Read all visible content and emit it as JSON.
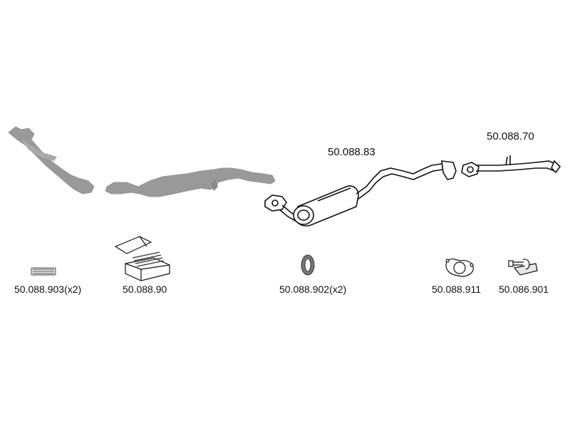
{
  "labels": {
    "front_pipe_kit": "50.088.903(x2)",
    "mounting_kit": "50.088.90",
    "rubber_hanger": "50.088.902(x2)",
    "gasket": "50.088.911",
    "clamp": "50.086.901",
    "middle_silencer": "50.088.83",
    "tail_pipe": "50.088.70"
  },
  "colors": {
    "line_art": "#111111",
    "grey_parts": "#999999",
    "background": "#ffffff"
  }
}
